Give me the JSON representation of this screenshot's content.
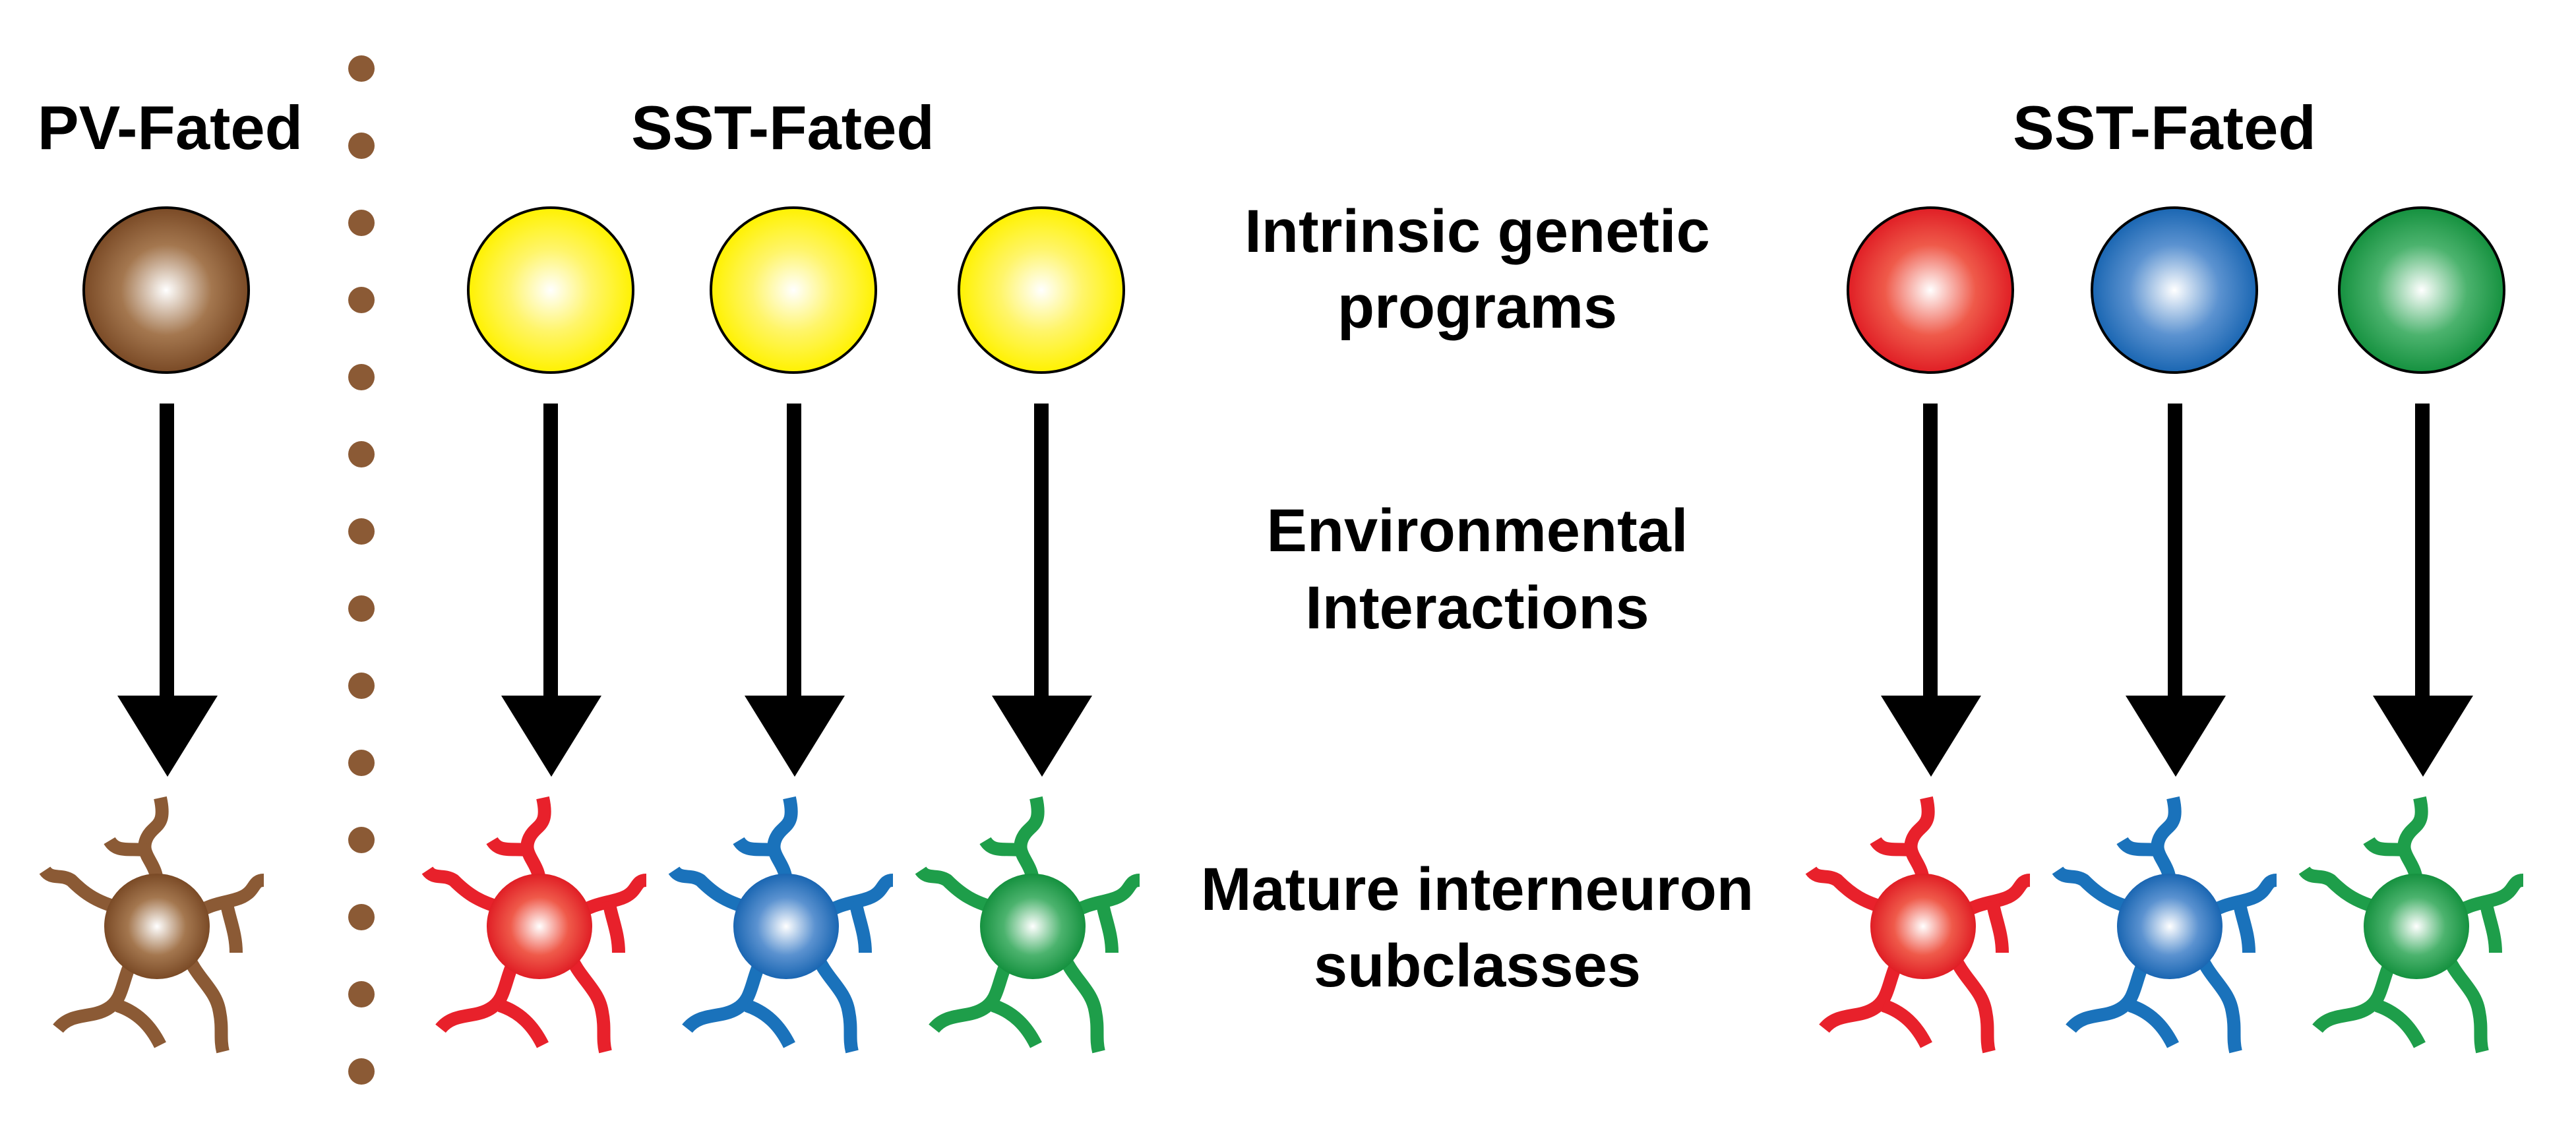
{
  "headers": {
    "pv": "PV-Fated",
    "sst_left": "SST-Fated",
    "sst_right": "SST-Fated"
  },
  "stages": {
    "intrinsic_line1": "Intrinsic genetic",
    "intrinsic_line2": "programs",
    "environment_line1": "Environmental",
    "environment_line2": "Interactions",
    "mature_line1": "Mature interneuron",
    "mature_line2": "subclasses"
  },
  "colors": {
    "pv_brown": "#8B5A35",
    "sst_yellow": "#FFF200",
    "red": "#E8212B",
    "blue": "#1A72BB",
    "green": "#1E9E4A",
    "divider_brown": "#8B5A35",
    "arrow": "#000000"
  },
  "lineages": [
    {
      "group": "pv",
      "progenitor": "brown-sphere",
      "mature": "brown-neuron"
    },
    {
      "group": "sst-left",
      "progenitor": "yellow-sphere",
      "mature": "red-neuron"
    },
    {
      "group": "sst-left",
      "progenitor": "yellow-sphere",
      "mature": "blue-neuron"
    },
    {
      "group": "sst-left",
      "progenitor": "yellow-sphere",
      "mature": "green-neuron"
    },
    {
      "group": "sst-right",
      "progenitor": "red-sphere",
      "mature": "red-neuron"
    },
    {
      "group": "sst-right",
      "progenitor": "blue-sphere",
      "mature": "blue-neuron"
    },
    {
      "group": "sst-right",
      "progenitor": "green-sphere",
      "mature": "green-neuron"
    }
  ]
}
